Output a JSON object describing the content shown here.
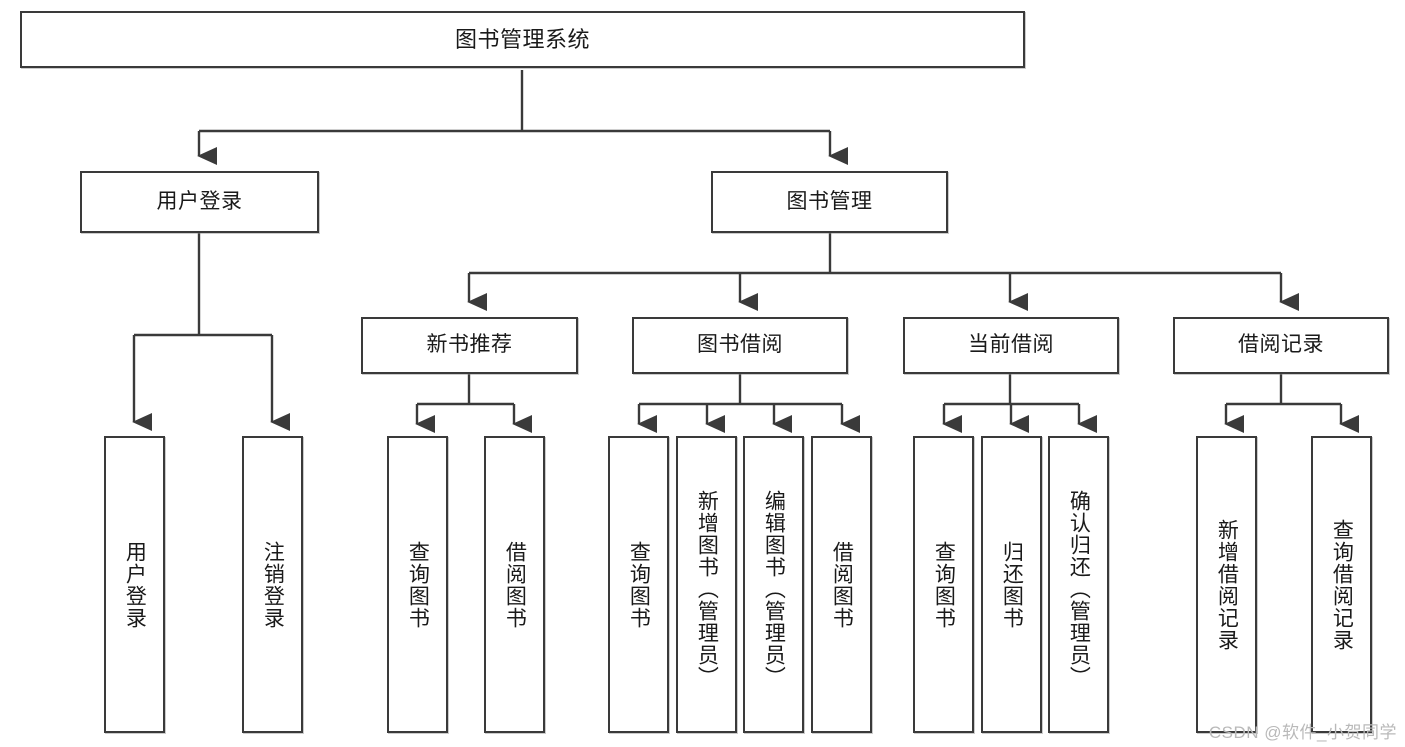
{
  "diagram": {
    "type": "tree-structure-chart",
    "title": "图书管理系统",
    "stroke_color": "#3a3a3a",
    "fill_color": "#ffffff",
    "text_color": "#1a1a1a",
    "watermark": "CSDN @软件_小贺同学"
  },
  "nodes": {
    "root": {
      "label": "图书管理系统"
    },
    "level2": [
      {
        "id": "user-login",
        "label": "用户登录"
      },
      {
        "id": "book-management",
        "label": "图书管理"
      }
    ],
    "level3": [
      {
        "id": "new-book-recommend",
        "label": "新书推荐"
      },
      {
        "id": "book-borrow",
        "label": "图书借阅"
      },
      {
        "id": "current-borrow",
        "label": "当前借阅"
      },
      {
        "id": "borrow-record",
        "label": "借阅记录"
      }
    ],
    "leaves": {
      "user_login": [
        {
          "id": "leaf-user-login",
          "label": "用户登录"
        },
        {
          "id": "leaf-logout-login",
          "label": "注销登录"
        }
      ],
      "new_book_recommend": [
        {
          "id": "leaf-query-book-1",
          "label": "查询图书"
        },
        {
          "id": "leaf-borrow-book-1",
          "label": "借阅图书"
        }
      ],
      "book_borrow": [
        {
          "id": "leaf-query-book-2",
          "label": "查询图书"
        },
        {
          "id": "leaf-add-book",
          "label": "新增图书（管理员）"
        },
        {
          "id": "leaf-edit-book",
          "label": "编辑图书（管理员）"
        },
        {
          "id": "leaf-borrow-book-2",
          "label": "借阅图书"
        }
      ],
      "current_borrow": [
        {
          "id": "leaf-query-book-3",
          "label": "查询图书"
        },
        {
          "id": "leaf-return-book",
          "label": "归还图书"
        },
        {
          "id": "leaf-confirm-return",
          "label": "确认归还（管理员）"
        }
      ],
      "borrow_record": [
        {
          "id": "leaf-add-borrow-record",
          "label": "新增借阅记录"
        },
        {
          "id": "leaf-query-borrow-record",
          "label": "查询借阅记录"
        }
      ]
    }
  }
}
